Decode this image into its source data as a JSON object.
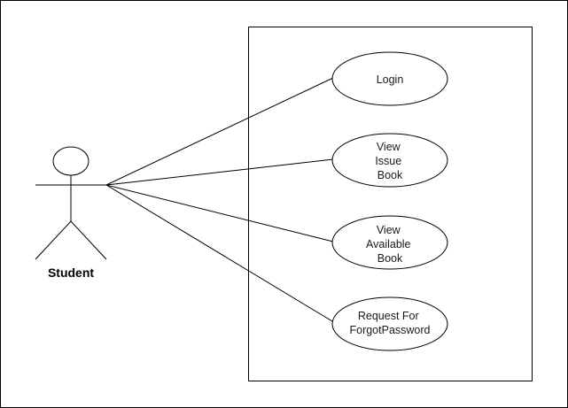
{
  "actor": {
    "name": "Student"
  },
  "use_cases": [
    {
      "id": "login",
      "lines": [
        "Login"
      ]
    },
    {
      "id": "view-issue-book",
      "lines": [
        "View",
        "Issue",
        "Book"
      ]
    },
    {
      "id": "view-available-book",
      "lines": [
        "View",
        "Available",
        "Book"
      ]
    },
    {
      "id": "request-forgot-password",
      "lines": [
        "Request For",
        "ForgotPassword"
      ]
    }
  ],
  "colors": {
    "stroke": "#000000",
    "fill": "#ffffff",
    "text": "#1a1a1a"
  }
}
